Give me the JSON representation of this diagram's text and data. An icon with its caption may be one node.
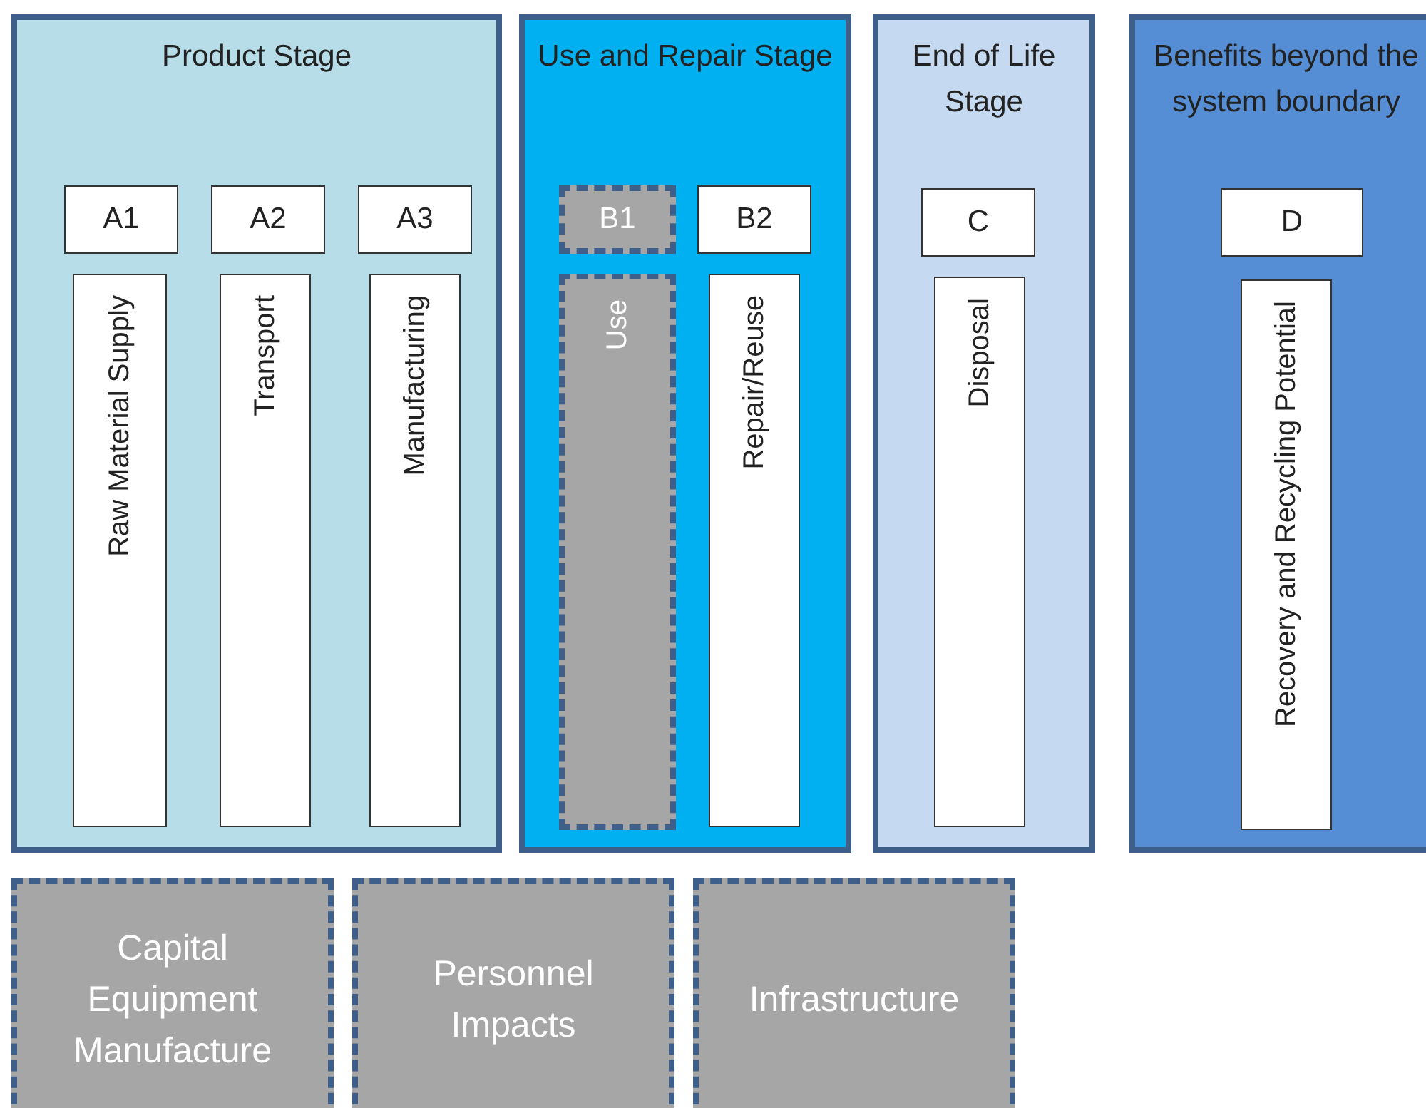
{
  "diagram": {
    "nodes": [
      {
        "text": [
          "Product Stage"
        ]
      },
      {
        "text": [
          "A1"
        ],
        "in": 0
      },
      {
        "text": [
          "Raw Material Supply"
        ],
        "in": 0
      },
      {
        "text": [
          "A2"
        ],
        "in": 0
      },
      {
        "text": [
          "Transport"
        ],
        "in": 0
      },
      {
        "text": [
          "A3"
        ],
        "in": 0
      },
      {
        "text": [
          "Manufacturing"
        ],
        "in": 0
      },
      {
        "text": [
          "Use and Repair Stage"
        ]
      },
      {
        "text": [
          "B1"
        ],
        "in": 7
      },
      {
        "text": [
          "Use"
        ],
        "in": 7
      },
      {
        "text": [
          "B2"
        ],
        "in": 7
      },
      {
        "text": [
          "Repair/Reuse"
        ],
        "in": 7
      },
      {
        "text": [
          "End of Life Stage"
        ]
      },
      {
        "text": [
          "C"
        ],
        "in": 12
      },
      {
        "text": [
          "Disposal"
        ],
        "in": 12
      },
      {
        "text": [
          "Benefits beyond the system boundary"
        ]
      },
      {
        "text": [
          "D"
        ],
        "in": 15
      },
      {
        "text": [
          "Recovery and Recycling Potential"
        ],
        "in": 15
      },
      {
        "text": [
          "Capital Equipment Manufacture"
        ]
      },
      {
        "text": [
          "Personnel Impacts"
        ]
      },
      {
        "text": [
          "Infrastructure"
        ]
      }
    ],
    "edges": []
  }
}
